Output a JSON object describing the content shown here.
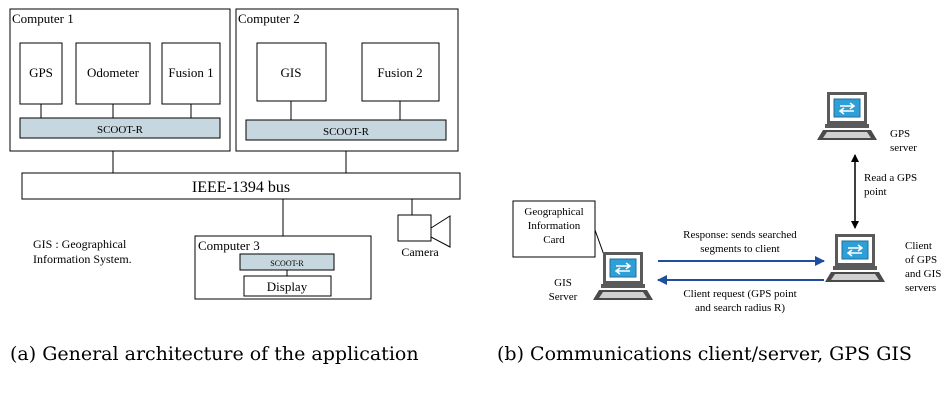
{
  "diagram_a": {
    "computer1": {
      "title": "Computer 1",
      "modules": [
        "GPS",
        "Odometer",
        "Fusion 1"
      ],
      "middleware": "SCOOT-R"
    },
    "computer2": {
      "title": "Computer 2",
      "modules": [
        "GIS",
        "Fusion 2"
      ],
      "middleware": "SCOOT-R"
    },
    "bus_label": "IEEE-1394 bus",
    "computer3": {
      "title": "Computer 3",
      "middleware": "SCOOT-R",
      "display": "Display"
    },
    "camera_label": "Camera",
    "gis_note_line1": "GIS : Geographical",
    "gis_note_line2": "Information System."
  },
  "diagram_b": {
    "gps_server_line1": "GPS",
    "gps_server_line2": "server",
    "read_label_line1": "Read a GPS",
    "read_label_line2": "point",
    "card_line1": "Geographical",
    "card_line2": "Information",
    "card_line3": "Card",
    "gis_server_line1": "GIS",
    "gis_server_line2": "Server",
    "response_line1": "Response: sends searched",
    "response_line2": "segments to client",
    "request_line1": "Client request (GPS point",
    "request_line2": "and search radius R)",
    "client_line1": "Client",
    "client_line2": "of GPS",
    "client_line3": "and GIS",
    "client_line4": "servers",
    "arrow_color": "#1f4e9c",
    "screen_color": "#2f9fd8",
    "bar_color": "#c7d7df"
  },
  "captions": {
    "a": "(a) General architecture of the application",
    "b": "(b) Communications client/server, GPS GIS"
  }
}
